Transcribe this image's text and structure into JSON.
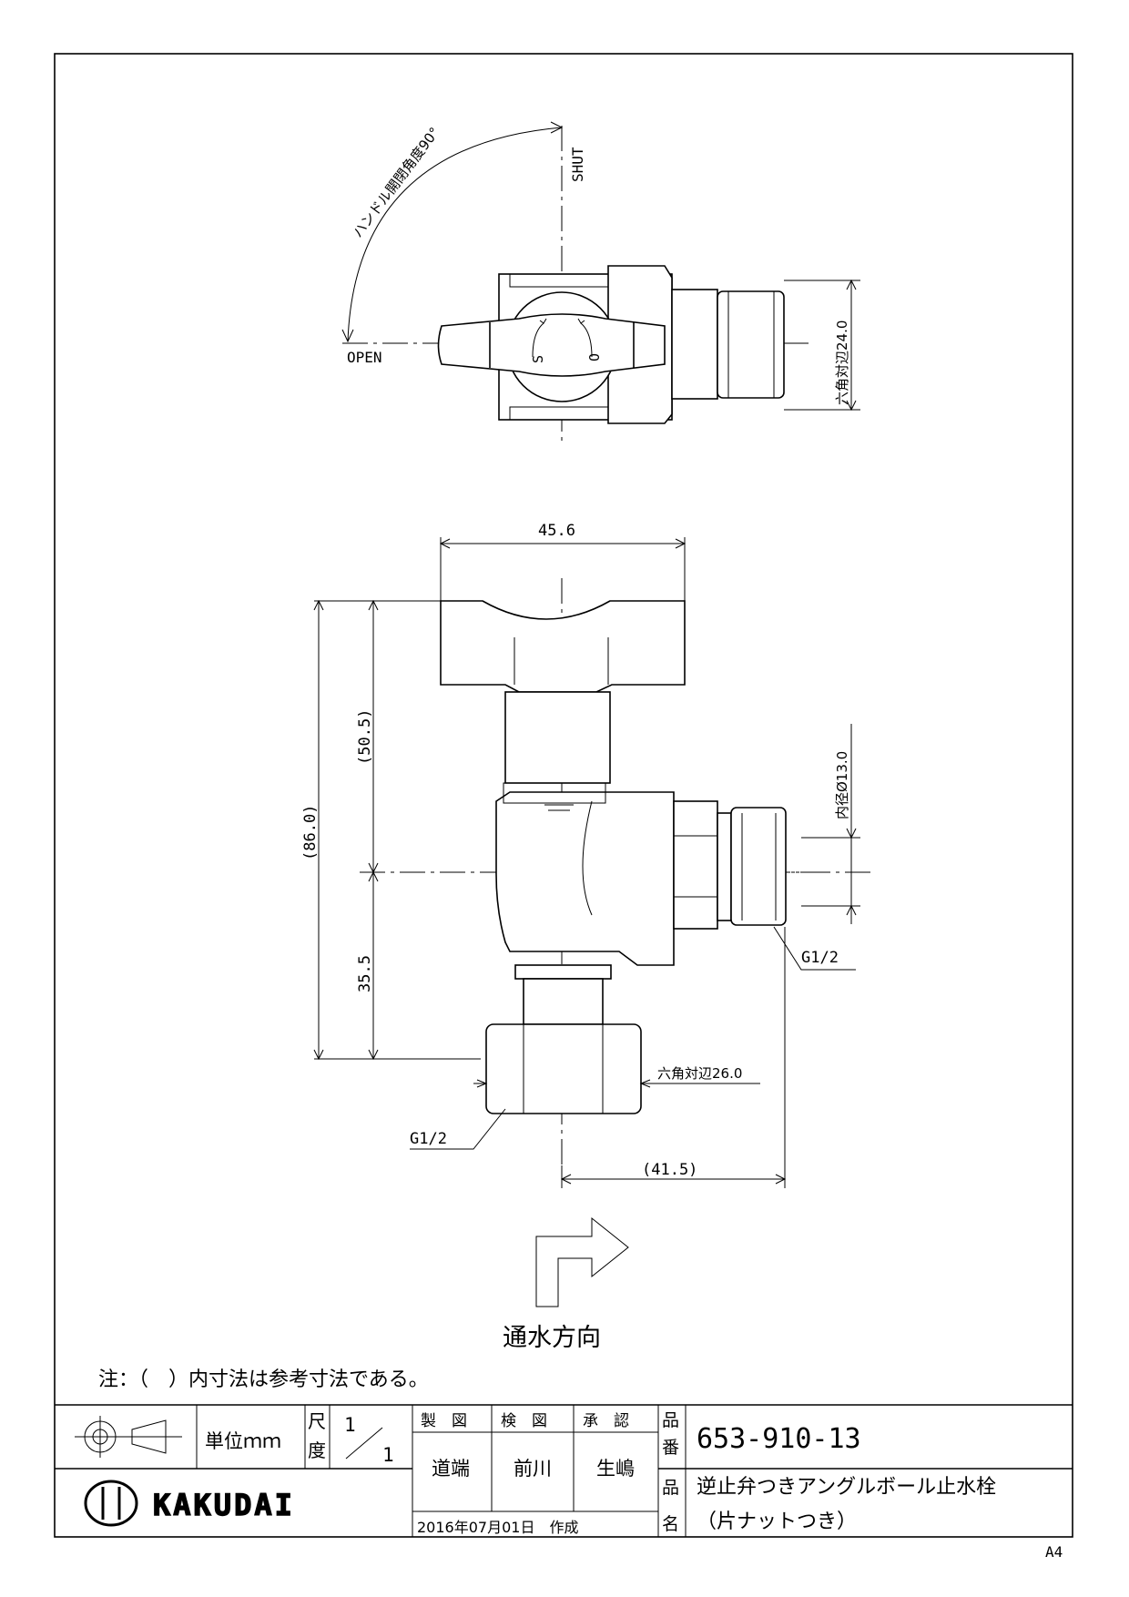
{
  "top_view": {
    "shut_label": "SHUT",
    "open_label": "OPEN",
    "angle_label": "ハンドル開閉角度90°",
    "s_mark": "S",
    "o_mark": "O",
    "hex_dim_label": "六角対辺24.0"
  },
  "front_view": {
    "width_dim": "45.6",
    "total_height_dim": "(86.0)",
    "upper_height_dim": "(50.5)",
    "lower_height_dim": "35.5",
    "inner_dia_dim": "内径Ø13.0",
    "thread_right": "G1/2",
    "hex_bottom_dim": "六角対辺26.0",
    "thread_bottom": "G1/2",
    "offset_dim": "(41.5)"
  },
  "flow_label": "通水方向",
  "note": "注：（　）内寸法は参考寸法である。",
  "title_block": {
    "unit_label": "単位ｍｍ",
    "scale_label_1": "尺",
    "scale_label_2": "度",
    "scale_num": "1",
    "scale_den": "1",
    "drawn_header": "製　図",
    "checked_header": "検　図",
    "approved_header": "承　認",
    "drawn_by": "道端",
    "checked_by": "前川",
    "approved_by": "生嶋",
    "date_label": "2016年07月01日　作成",
    "part_no_header_1": "品",
    "part_no_header_2": "番",
    "part_no": "653-910-13",
    "name_header_1": "品",
    "name_header_2": "名",
    "name_line1": "逆止弁つきアングルボール止水栓",
    "name_line2": "（片ナットつき）",
    "logo_text": "KAKUDAI",
    "sheet_size": "A4"
  }
}
